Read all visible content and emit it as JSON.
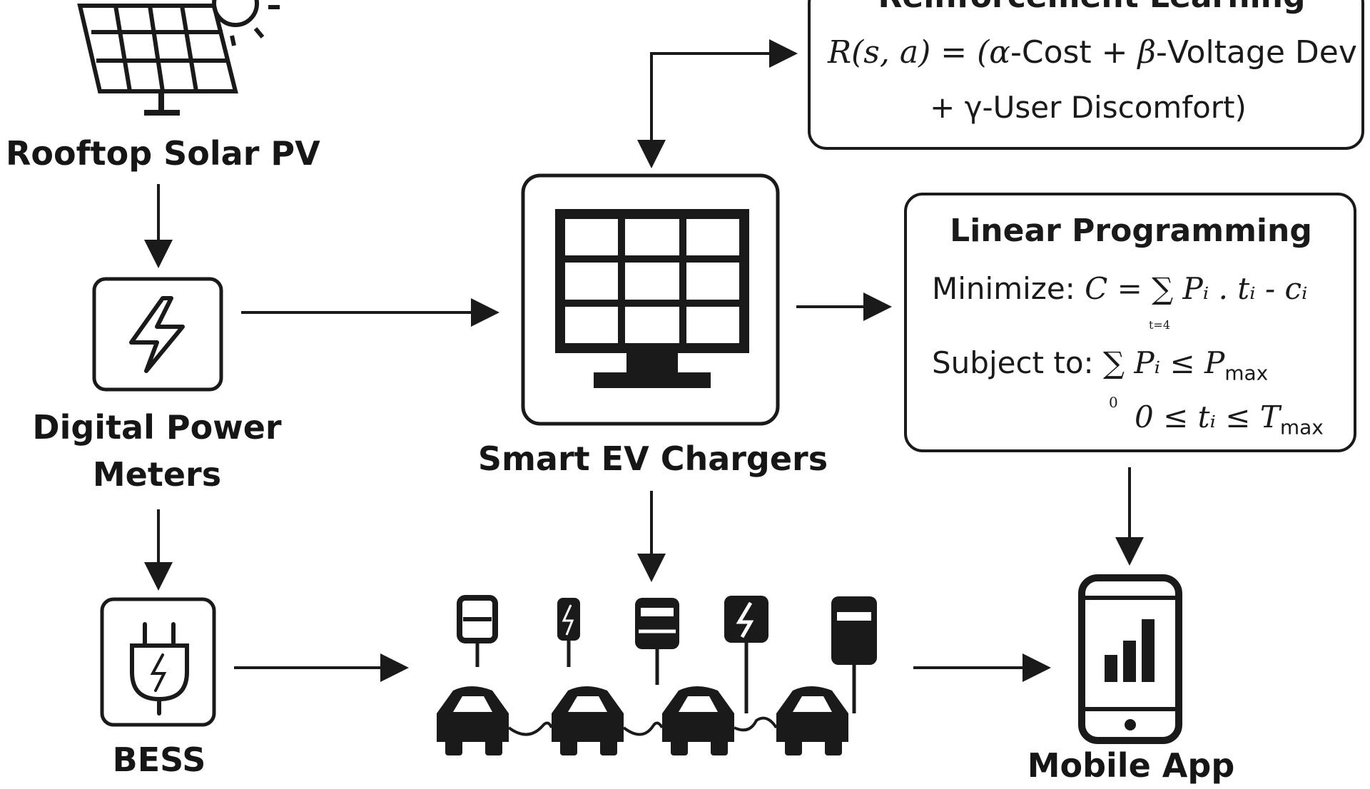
{
  "nodes": {
    "solar": {
      "label": "Rooftop Solar PV"
    },
    "meters": {
      "label_line1": "Digital Power",
      "label_line2": "Meters"
    },
    "bess": {
      "label": "BESS"
    },
    "chargers": {
      "label": "Smart EV Chargers"
    },
    "mobile": {
      "label": "Mobile App"
    }
  },
  "rl_box": {
    "title": "Reinforcement Learning",
    "line1_lhs": "R(s, a) = (",
    "line1_alpha": "α",
    "line1_cost": "-Cost + ",
    "line1_beta": "β",
    "line1_vdev": "-Voltage Dev",
    "line2": "+ γ-User Discomfort)"
  },
  "lp_box": {
    "title": "Linear Programming",
    "minimize_label": "Minimize:",
    "objective": "C = ∑ Pᵢ . tᵢ - cᵢ",
    "objective_sub": "t=4",
    "subject_label": "Subject to:",
    "constraint1": "∑ Pᵢ ≤ P",
    "constraint1_sub": "max",
    "constraint1_lower": "0",
    "constraint2": "0 ≤ tᵢ ≤ T",
    "constraint2_sub": "max"
  },
  "icons": {
    "solar": "solar-panel-icon",
    "meters": "lightning-bolt-icon",
    "bess": "plug-icon",
    "chargers": "monitor-grid-icon",
    "ev_row": "ev-charging-row-icon",
    "mobile": "smartphone-chart-icon"
  },
  "colors": {
    "stroke": "#1a1a1a",
    "background": "#ffffff"
  }
}
